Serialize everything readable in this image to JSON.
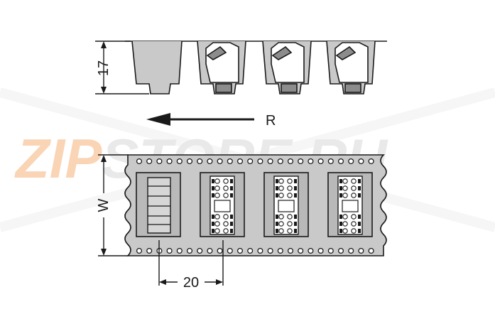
{
  "dimensions": {
    "height_label": "17",
    "width_label": "W",
    "pitch_label": "20",
    "direction_label": "R"
  },
  "watermark": {
    "prefix": "ZIP",
    "suffix": "STORE.RU",
    "prefix_color": "#f5b27a",
    "suffix_color": "#d8d8d8"
  },
  "colors": {
    "line": "#1a1a1a",
    "tape_fill": "#c9c9c9",
    "pocket_fill": "#b9b9b9",
    "component_fill": "#ffffff"
  },
  "pockets": {
    "count": 4,
    "first_empty": true
  }
}
